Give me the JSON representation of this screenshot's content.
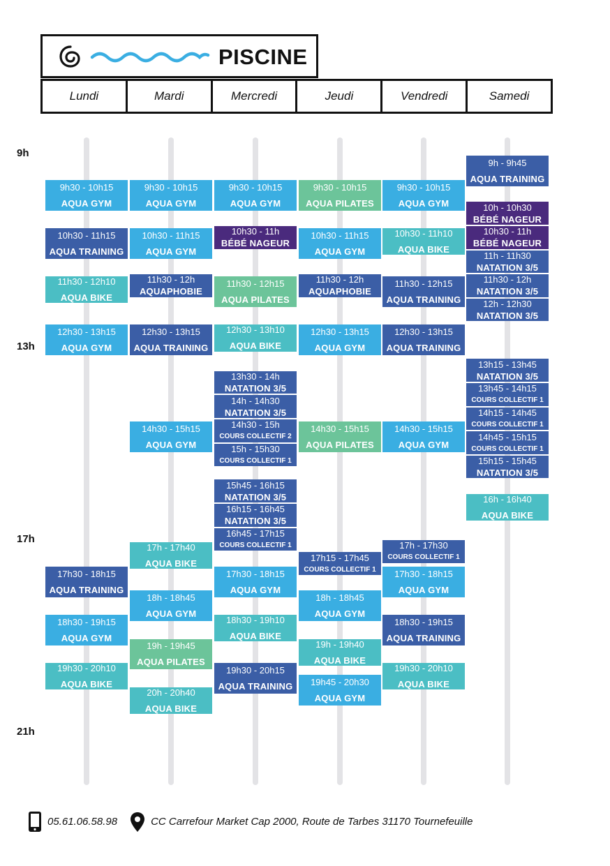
{
  "header": {
    "title": "PISCINE"
  },
  "days": [
    "Lundi",
    "Mardi",
    "Mercredi",
    "Jeudi",
    "Vendredi",
    "Samedi"
  ],
  "hours": [
    "9h",
    "13h",
    "17h",
    "21h"
  ],
  "colors": {
    "aqua_gym": "#3aaee2",
    "aqua_training": "#3b5ea6",
    "aqua_bike": "#4bbec4",
    "aqua_pilates": "#6cc49a",
    "bebe_nageur": "#4a2a7d",
    "natation": "#3b5ea6",
    "cours_collectif": "#3b5ea6",
    "aquaphobie": "#3b5ea6",
    "track": "#e3e3e6"
  },
  "slots": [
    {
      "day": 0,
      "time": "9h30 - 10h15",
      "activity": "AQUA GYM",
      "kind": "aqua_gym"
    },
    {
      "day": 0,
      "time": "10h30 - 11h15",
      "activity": "AQUA TRAINING",
      "kind": "aqua_training"
    },
    {
      "day": 0,
      "time": "11h30 - 12h10",
      "activity": "AQUA BIKE",
      "kind": "aqua_bike"
    },
    {
      "day": 0,
      "time": "12h30 - 13h15",
      "activity": "AQUA GYM",
      "kind": "aqua_gym"
    },
    {
      "day": 0,
      "time": "17h30 - 18h15",
      "activity": "AQUA TRAINING",
      "kind": "aqua_training"
    },
    {
      "day": 0,
      "time": "18h30 - 19h15",
      "activity": "AQUA GYM",
      "kind": "aqua_gym"
    },
    {
      "day": 0,
      "time": "19h30 - 20h10",
      "activity": "AQUA BIKE",
      "kind": "aqua_bike"
    },
    {
      "day": 1,
      "time": "9h30 - 10h15",
      "activity": "AQUA GYM",
      "kind": "aqua_gym"
    },
    {
      "day": 1,
      "time": "10h30 - 11h15",
      "activity": "AQUA GYM",
      "kind": "aqua_gym"
    },
    {
      "day": 1,
      "time": "11h30 - 12h",
      "activity": "AQUAPHOBIE",
      "kind": "aquaphobie"
    },
    {
      "day": 1,
      "time": "12h30 - 13h15",
      "activity": "AQUA TRAINING",
      "kind": "aqua_training"
    },
    {
      "day": 1,
      "time": "14h30 - 15h15",
      "activity": "AQUA GYM",
      "kind": "aqua_gym"
    },
    {
      "day": 1,
      "time": "17h - 17h40",
      "activity": "AQUA BIKE",
      "kind": "aqua_bike"
    },
    {
      "day": 1,
      "time": "18h - 18h45",
      "activity": "AQUA GYM",
      "kind": "aqua_gym"
    },
    {
      "day": 1,
      "time": "19h - 19h45",
      "activity": "AQUA PILATES",
      "kind": "aqua_pilates"
    },
    {
      "day": 1,
      "time": "20h - 20h40",
      "activity": "AQUA BIKE",
      "kind": "aqua_bike"
    },
    {
      "day": 2,
      "time": "9h30 - 10h15",
      "activity": "AQUA GYM",
      "kind": "aqua_gym"
    },
    {
      "day": 2,
      "time": "10h30 - 11h",
      "activity": "BÉBÉ NAGEUR",
      "kind": "bebe_nageur"
    },
    {
      "day": 2,
      "time": "11h30 - 12h15",
      "activity": "AQUA PILATES",
      "kind": "aqua_pilates"
    },
    {
      "day": 2,
      "time": "12h30 - 13h10",
      "activity": "AQUA BIKE",
      "kind": "aqua_bike"
    },
    {
      "day": 2,
      "time": "13h30 - 14h",
      "activity": "NATATION 3/5",
      "kind": "natation"
    },
    {
      "day": 2,
      "time": "14h - 14h30",
      "activity": "NATATION 3/5",
      "kind": "natation"
    },
    {
      "day": 2,
      "time": "14h30 - 15h",
      "activity": "COURS COLLECTIF 2",
      "kind": "cours_collectif"
    },
    {
      "day": 2,
      "time": "15h - 15h30",
      "activity": "COURS COLLECTIF 1",
      "kind": "cours_collectif"
    },
    {
      "day": 2,
      "time": "15h45 - 16h15",
      "activity": "NATATION 3/5",
      "kind": "natation"
    },
    {
      "day": 2,
      "time": "16h15 - 16h45",
      "activity": "NATATION 3/5",
      "kind": "natation"
    },
    {
      "day": 2,
      "time": "16h45 - 17h15",
      "activity": "COURS COLLECTIF 1",
      "kind": "cours_collectif"
    },
    {
      "day": 2,
      "time": "17h30 - 18h15",
      "activity": "AQUA GYM",
      "kind": "aqua_gym"
    },
    {
      "day": 2,
      "time": "18h30 - 19h10",
      "activity": "AQUA BIKE",
      "kind": "aqua_bike"
    },
    {
      "day": 2,
      "time": "19h30 - 20h15",
      "activity": "AQUA TRAINING",
      "kind": "aqua_training"
    },
    {
      "day": 3,
      "time": "9h30 - 10h15",
      "activity": "AQUA PILATES",
      "kind": "aqua_pilates"
    },
    {
      "day": 3,
      "time": "10h30 - 11h15",
      "activity": "AQUA GYM",
      "kind": "aqua_gym"
    },
    {
      "day": 3,
      "time": "11h30 - 12h",
      "activity": "AQUAPHOBIE",
      "kind": "aquaphobie"
    },
    {
      "day": 3,
      "time": "12h30 - 13h15",
      "activity": "AQUA GYM",
      "kind": "aqua_gym"
    },
    {
      "day": 3,
      "time": "14h30 - 15h15",
      "activity": "AQUA PILATES",
      "kind": "aqua_pilates"
    },
    {
      "day": 3,
      "time": "17h15 - 17h45",
      "activity": "COURS COLLECTIF 1",
      "kind": "cours_collectif"
    },
    {
      "day": 3,
      "time": "18h - 18h45",
      "activity": "AQUA GYM",
      "kind": "aqua_gym"
    },
    {
      "day": 3,
      "time": "19h - 19h40",
      "activity": "AQUA BIKE",
      "kind": "aqua_bike"
    },
    {
      "day": 3,
      "time": "19h45 - 20h30",
      "activity": "AQUA GYM",
      "kind": "aqua_gym"
    },
    {
      "day": 4,
      "time": "9h30 - 10h15",
      "activity": "AQUA GYM",
      "kind": "aqua_gym"
    },
    {
      "day": 4,
      "time": "10h30 - 11h10",
      "activity": "AQUA BIKE",
      "kind": "aqua_bike"
    },
    {
      "day": 4,
      "time": "11h30 - 12h15",
      "activity": "AQUA TRAINING",
      "kind": "aqua_training"
    },
    {
      "day": 4,
      "time": "12h30 - 13h15",
      "activity": "AQUA TRAINING",
      "kind": "aqua_training"
    },
    {
      "day": 4,
      "time": "14h30 - 15h15",
      "activity": "AQUA GYM",
      "kind": "aqua_gym"
    },
    {
      "day": 4,
      "time": "17h - 17h30",
      "activity": "COURS COLLECTIF 1",
      "kind": "cours_collectif"
    },
    {
      "day": 4,
      "time": "17h30 - 18h15",
      "activity": "AQUA GYM",
      "kind": "aqua_gym"
    },
    {
      "day": 4,
      "time": "18h30 - 19h15",
      "activity": "AQUA TRAINING",
      "kind": "aqua_training"
    },
    {
      "day": 4,
      "time": "19h30 - 20h10",
      "activity": "AQUA BIKE",
      "kind": "aqua_bike"
    },
    {
      "day": 5,
      "time": "9h - 9h45",
      "activity": "AQUA TRAINING",
      "kind": "aqua_training"
    },
    {
      "day": 5,
      "time": "10h - 10h30",
      "activity": "BÉBÉ NAGEUR",
      "kind": "bebe_nageur"
    },
    {
      "day": 5,
      "time": "10h30 - 11h",
      "activity": "BÉBÉ NAGEUR",
      "kind": "bebe_nageur"
    },
    {
      "day": 5,
      "time": "11h - 11h30",
      "activity": "NATATION 3/5",
      "kind": "natation"
    },
    {
      "day": 5,
      "time": "11h30 - 12h",
      "activity": "NATATION 3/5",
      "kind": "natation"
    },
    {
      "day": 5,
      "time": "12h - 12h30",
      "activity": "NATATION 3/5",
      "kind": "natation"
    },
    {
      "day": 5,
      "time": "13h15 - 13h45",
      "activity": "NATATION 3/5",
      "kind": "natation"
    },
    {
      "day": 5,
      "time": "13h45 - 14h15",
      "activity": "COURS COLLECTIF 1",
      "kind": "cours_collectif"
    },
    {
      "day": 5,
      "time": "14h15 - 14h45",
      "activity": "COURS COLLECTIF 1",
      "kind": "cours_collectif"
    },
    {
      "day": 5,
      "time": "14h45 - 15h15",
      "activity": "COURS COLLECTIF 1",
      "kind": "cours_collectif"
    },
    {
      "day": 5,
      "time": "15h15 - 15h45",
      "activity": "NATATION 3/5",
      "kind": "natation"
    },
    {
      "day": 5,
      "time": "16h - 16h40",
      "activity": "AQUA BIKE",
      "kind": "aqua_bike"
    }
  ],
  "footer": {
    "phone": "05.61.06.58.98",
    "address": "CC Carrefour Market Cap 2000, Route de Tarbes 31170 Tournefeuille"
  }
}
